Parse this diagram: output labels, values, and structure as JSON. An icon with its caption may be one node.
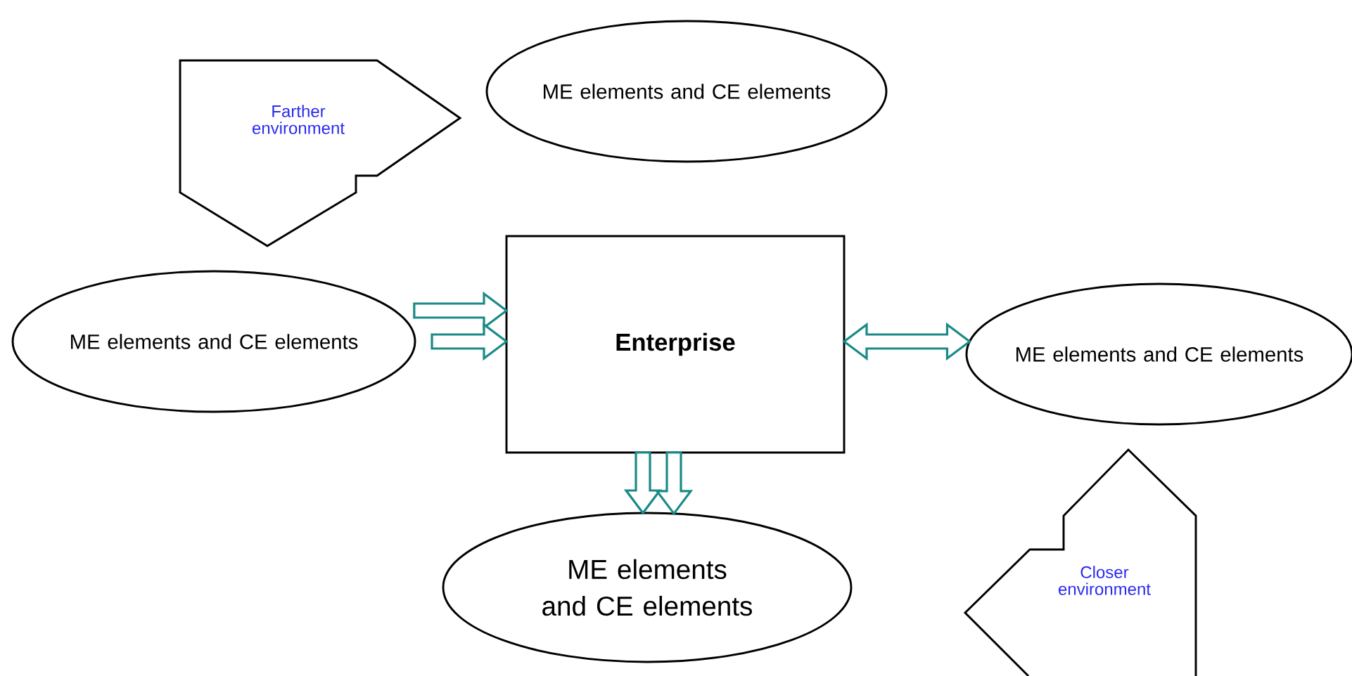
{
  "diagram": {
    "nodes": [
      {
        "text": [
          "Farther environment"
        ]
      },
      {
        "text": [
          "ME elements and CE elements"
        ]
      },
      {
        "text": [
          "ME elements and CE elements"
        ]
      },
      {
        "text": [
          "Enterprise"
        ]
      },
      {
        "text": [
          "ME elements and CE elements"
        ]
      },
      {
        "text": [
          "ME elements and CE elements"
        ]
      },
      {
        "text": [
          "Closer environment"
        ]
      }
    ],
    "edges": [
      {
        "from": 2,
        "to": 3,
        "arrow": "to"
      },
      {
        "from": 2,
        "to": 3,
        "arrow": "to"
      },
      {
        "from": 3,
        "to": 4,
        "arrow": "both"
      },
      {
        "from": 3,
        "to": 5,
        "arrow": "to"
      },
      {
        "from": 3,
        "to": 5,
        "arrow": "to"
      }
    ]
  }
}
